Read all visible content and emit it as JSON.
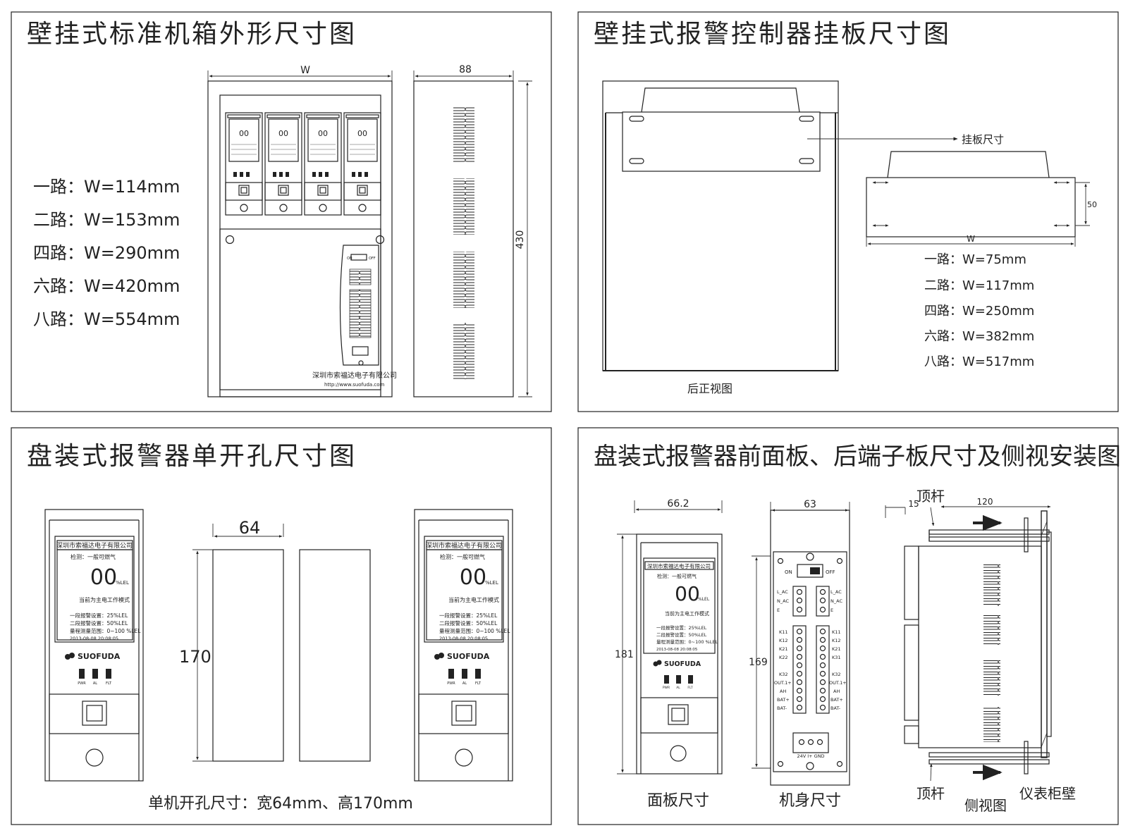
{
  "panels": {
    "tl": {
      "title": "壁挂式标准机箱外形尺寸图",
      "dim_w": "W",
      "dim_depth": "88",
      "dim_height": "430",
      "widths": [
        "一路：W=114mm",
        "二路：W=153mm",
        "四路：W=290mm",
        "六路：W=420mm",
        "八路：W=554mm"
      ],
      "company": "深圳市索福达电子有限公司",
      "url": "http://www.suofuda.com",
      "switch_on": "ON",
      "switch_off": "OFF"
    },
    "tr": {
      "title": "壁挂式报警控制器挂板尺寸图",
      "callout": "挂板尺寸",
      "dim_50": "50",
      "dim_w": "W",
      "rear_label": "后正视图",
      "widths": [
        "一路：W=75mm",
        "二路：W=117mm",
        "四路：W=250mm",
        "六路：W=382mm",
        "八路：W=517mm"
      ]
    },
    "bl": {
      "title": "盘装式报警器单开孔尺寸图",
      "dim_64": "64",
      "dim_170": "170",
      "caption": "单机开孔尺寸：宽64mm、高170mm"
    },
    "br": {
      "title": "盘装式报警器前面板、后端子板尺寸及侧视安装图",
      "dim_662": "66.2",
      "dim_181": "181",
      "dim_63": "63",
      "dim_169": "169",
      "dim_15": "15",
      "dim_120": "120",
      "top_rod": "顶杆",
      "panel_size": "面板尺寸",
      "body_size": "机身尺寸",
      "side_view": "侧视图",
      "cabinet_wall": "仪表柜壁",
      "terminals_left": [
        "L_AC",
        "N_AC",
        "E",
        "K11",
        "K12",
        "K21",
        "K22",
        "K32",
        "OUT.1+",
        "AH",
        "BAT+",
        "BAT-"
      ],
      "terminals_right": [
        "L_AC",
        "N_AC",
        "E",
        "K11",
        "K12",
        "K21",
        "K31",
        "K32",
        "OUT.1+",
        "AH",
        "BAT+",
        "BAT-"
      ],
      "bottom_terms": "24V  I+  GND",
      "switch_on": "ON",
      "switch_off": "OFF"
    }
  },
  "device": {
    "company": "深圳市索福达电子有限公司",
    "detect": "检测：一般可燃气",
    "reading": "00",
    "unit": "%LEL",
    "mode": "当前为主电工作模式",
    "alarm1": "一段报警设置：25%LEL",
    "alarm2": "二段报警设置：50%LEL",
    "range": "量程测量范围：0~100 %LEL",
    "datetime": "2013-08-08    20:08:05",
    "brand": "SUOFUDA",
    "leds": [
      "PWR",
      "AL",
      "FLT"
    ]
  }
}
